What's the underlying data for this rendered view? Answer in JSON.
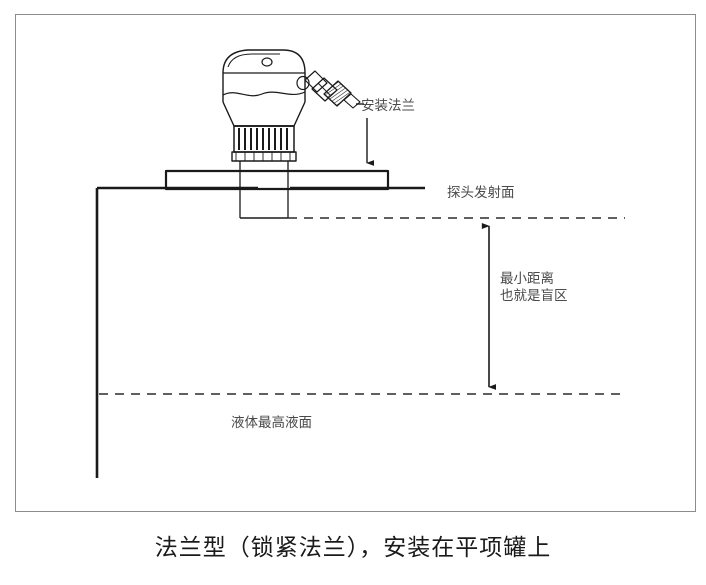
{
  "figure": {
    "caption": "法兰型（锁紧法兰），安装在平项罐上",
    "frame": {
      "border_color": "#8c8c8c",
      "background": "#ffffff"
    }
  },
  "labels": {
    "mounting_flange": "安装法兰",
    "probe_emission_face": "探头发射面",
    "minimum_distance": "最小距离\n也就是盲区",
    "max_liquid_level": "液体最高液面"
  },
  "colors": {
    "linework": "#1a1a1a",
    "label_text": "#4a4a4a",
    "caption_text": "#1a1a1a",
    "frame_border": "#8c8c8c",
    "dashed_line": "#2b2b2b"
  },
  "diagram": {
    "type": "installation-schematic",
    "device": "radar-level-transmitter",
    "elements": [
      "transmitter-housing",
      "cable-gland-connector",
      "threaded-neck",
      "locking-nut",
      "mounting-flange-plate",
      "probe-tube",
      "tank-wall",
      "tank-top",
      "probe-emission-dashed-line",
      "max-liquid-level-dashed-line",
      "blind-zone-dimension-arrow",
      "mounting-flange-pointer-arrow"
    ]
  }
}
